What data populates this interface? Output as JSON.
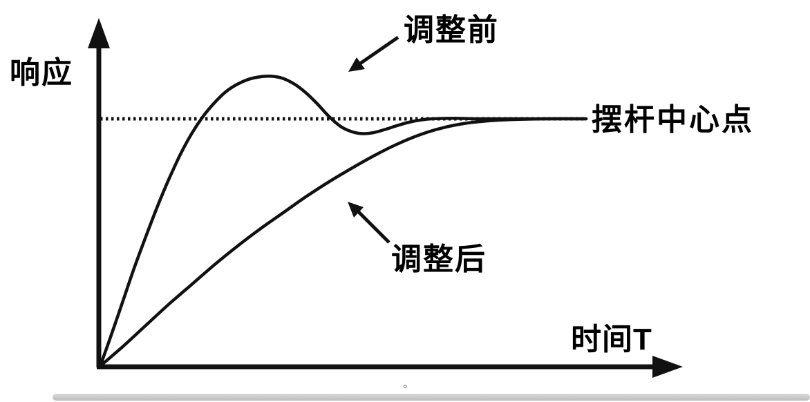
{
  "labels": {
    "y_axis": "响应",
    "x_axis": "时间T",
    "center_line": "摆杆中心点",
    "before": "调整前",
    "after": "调整后"
  },
  "footer": {
    "mark": "°"
  },
  "colors": {
    "line": "#111111",
    "background": "#ffffff",
    "scrollbar": "#c9c9c9"
  },
  "chart_data": {
    "type": "line",
    "title": "",
    "xlabel": "时间T",
    "ylabel": "响应",
    "x_range": [
      0,
      85
    ],
    "y_range": [
      0,
      1.45
    ],
    "grid": false,
    "legend": "none",
    "reference_line": {
      "label": "摆杆中心点",
      "value": 1.0,
      "style": "dotted"
    },
    "annotations": [
      {
        "text": "调整前",
        "points_to": "overshoot curve"
      },
      {
        "text": "调整后",
        "points_to": "smooth curve"
      }
    ],
    "series": [
      {
        "name": "调整前",
        "points": [
          [
            0,
            0
          ],
          [
            2,
            0.13
          ],
          [
            4,
            0.265
          ],
          [
            6,
            0.4
          ],
          [
            8,
            0.525
          ],
          [
            10,
            0.645
          ],
          [
            12,
            0.755
          ],
          [
            14,
            0.855
          ],
          [
            16,
            0.94
          ],
          [
            18,
            1.01
          ],
          [
            20,
            1.065
          ],
          [
            22,
            1.11
          ],
          [
            24,
            1.14
          ],
          [
            26,
            1.16
          ],
          [
            28,
            1.17
          ],
          [
            30,
            1.172
          ],
          [
            32,
            1.163
          ],
          [
            34,
            1.14
          ],
          [
            36,
            1.105
          ],
          [
            38,
            1.06
          ],
          [
            40,
            1.01
          ],
          [
            42,
            0.97
          ],
          [
            44,
            0.948
          ],
          [
            46,
            0.94
          ],
          [
            48,
            0.945
          ],
          [
            50,
            0.958
          ],
          [
            52,
            0.973
          ],
          [
            54,
            0.986
          ],
          [
            56,
            0.995
          ],
          [
            58,
            1.0
          ],
          [
            62,
            1.002
          ],
          [
            66,
            1.0
          ],
          [
            72,
            1.0
          ],
          [
            78,
            1.0
          ],
          [
            85,
            1.0
          ]
        ]
      },
      {
        "name": "调整后",
        "points": [
          [
            0,
            0
          ],
          [
            4,
            0.08
          ],
          [
            8,
            0.165
          ],
          [
            12,
            0.25
          ],
          [
            16,
            0.33
          ],
          [
            20,
            0.41
          ],
          [
            24,
            0.485
          ],
          [
            28,
            0.555
          ],
          [
            32,
            0.62
          ],
          [
            36,
            0.685
          ],
          [
            40,
            0.745
          ],
          [
            44,
            0.8
          ],
          [
            48,
            0.852
          ],
          [
            52,
            0.898
          ],
          [
            56,
            0.936
          ],
          [
            60,
            0.964
          ],
          [
            64,
            0.982
          ],
          [
            68,
            0.992
          ],
          [
            72,
            0.997
          ],
          [
            78,
            1.0
          ],
          [
            85,
            1.0
          ]
        ]
      }
    ]
  }
}
